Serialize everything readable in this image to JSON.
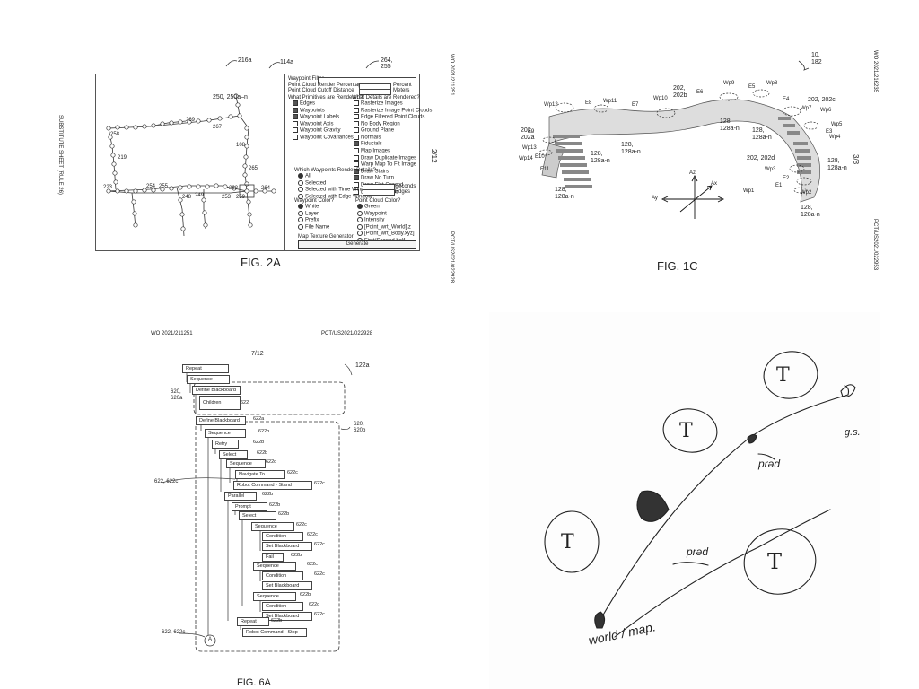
{
  "fig2a": {
    "caption": "FIG. 2A",
    "side_left": "SUBSTITUTE SHEET (RULE 26)",
    "side_right_top": "WO 2021/211251",
    "side_right_mid": "2/12",
    "side_right_bottom": "PCT/US2021/022928",
    "refs": {
      "r216a": "216a",
      "r114a": "114a",
      "r264_255": "264,\n255",
      "r250": "250, 250a–n",
      "r269": "269",
      "r267": "267",
      "r108": "108",
      "r265": "265",
      "r258": "258",
      "r219": "219",
      "r254": "254",
      "r255b": "255",
      "r249": "249",
      "r248": "248",
      "r253": "253",
      "r262": "262",
      "r264": "264",
      "r259": "259",
      "r223": "223"
    },
    "panel": {
      "waypoint_filter": "Waypoint Filter",
      "render_pct": "Point Cloud Render Percentage",
      "cutoff": "Point Cloud Cutoff Distance",
      "percent_unit": "Percent",
      "meters_unit": "Meters",
      "what_rendered": "What Primitives are Rendered?",
      "details_rendered": "What Details are Rendered?",
      "primitives": [
        {
          "label": "Edges",
          "on": true
        },
        {
          "label": "Waypoints",
          "on": true
        },
        {
          "label": "Waypoint Labels",
          "on": true
        },
        {
          "label": "Waypoint Axis",
          "on": false
        },
        {
          "label": "Waypoint Gravity",
          "on": false
        },
        {
          "label": "Waypoint Covariances",
          "on": false
        }
      ],
      "details": [
        {
          "label": "Rasterize Images",
          "on": false
        },
        {
          "label": "Rasterize Image Point Clouds",
          "on": false
        },
        {
          "label": "Edge Filtered Point Clouds",
          "on": false
        },
        {
          "label": "No Body Region",
          "on": false
        },
        {
          "label": "Ground Plane",
          "on": false
        },
        {
          "label": "Normals",
          "on": false
        },
        {
          "label": "Fiducials",
          "on": true
        },
        {
          "label": "Map Images",
          "on": false
        },
        {
          "label": "Draw Duplicate Images",
          "on": false
        },
        {
          "label": "Warp Map To Fit Image",
          "on": false
        },
        {
          "label": "Draw Stairs",
          "on": true
        },
        {
          "label": "Draw No Turn",
          "on": true
        },
        {
          "label": "Draw Flat Ground",
          "on": false
        },
        {
          "label": "Draw Footsteps",
          "on": false
        }
      ],
      "which_waypoints": "Which Waypoints Render Details?",
      "which_opts": [
        {
          "label": "All",
          "on": true
        },
        {
          "label": "Selected",
          "on": false
        },
        {
          "label": "Selected with Time Window",
          "on": false
        },
        {
          "label": "Selected with Edge Window",
          "on": false
        }
      ],
      "seconds_unit": "Seconds",
      "edges_unit": "Edges",
      "waypoint_color": "Waypoint Color?",
      "waypoint_color_opts": [
        {
          "label": "White",
          "on": true
        },
        {
          "label": "Layer",
          "on": false
        },
        {
          "label": "Prefix",
          "on": false
        },
        {
          "label": "File Name",
          "on": false
        }
      ],
      "cloud_color": "Point Cloud Color?",
      "cloud_color_opts": [
        {
          "label": "Green",
          "on": true
        },
        {
          "label": "Waypoint",
          "on": false
        },
        {
          "label": "Intensity",
          "on": false
        },
        {
          "label": "[Point_wrt_World].z",
          "on": false
        },
        {
          "label": "[Point_wrt_Body.xyz]",
          "on": false
        },
        {
          "label": "First/Second half",
          "on": false
        }
      ],
      "map_texture": "Map Texture Generator",
      "generate": "Generate"
    }
  },
  "fig1c": {
    "caption": "FIG. 1C",
    "side_top": "WO 2021/216235",
    "side_mid": "3/8",
    "side_bottom": "PCT/US2021/022953",
    "refs": {
      "r10": "10,\n182",
      "r202a": "202,\n202a",
      "r202b": "202,\n202b",
      "r202c": "202, 202c",
      "r202d": "202, 202d",
      "r128a": "128,\n128a-n",
      "r128b": "128,\n128a-n",
      "r128c": "128,\n128a-n",
      "r128d": "128,\n128a-n",
      "r128e": "128,\n128a-n",
      "r128f": "128,\n128a-n",
      "r128g": "128,\n128a-n",
      "wp12": "Wp12",
      "e8": "E8",
      "wp11": "Wp11",
      "e7": "E7",
      "wp10": "Wp10",
      "e6": "E6",
      "wp9": "Wp9",
      "e5": "E5",
      "wp8": "Wp8",
      "e4": "E4",
      "wp7": "Wp7",
      "wp6": "Wp6",
      "wp5": "Wp5",
      "wp4": "Wp4",
      "e3": "E3",
      "wp3": "Wp3",
      "e2": "E2",
      "e1": "E1",
      "wp1": "Wp1",
      "wp2": "Wp2",
      "e9": "E9",
      "wp13": "Wp13",
      "e10": "E10",
      "wp14": "Wp14",
      "e11": "E11",
      "az": "Az",
      "ax": "Ax",
      "ay": "Ay"
    }
  },
  "fig6a": {
    "caption": "FIG. 6A",
    "header_left": "WO 2021/211251",
    "header_right": "PCT/US2021/022928",
    "page": "7/12",
    "r122a": "122a",
    "r620": "620,\n620a",
    "r620b": "620,\n620b",
    "r622c_left": "622, 622c",
    "r622c_bottom": "622, 622c",
    "circle": "A",
    "nodes": [
      "Repeat",
      "Sequence",
      "Define Blackboard",
      "Children",
      "Define Blackboard",
      "Sequence",
      "Retry",
      "Select",
      "Sequence",
      "Navigate To",
      "Robot Command - Stand",
      "Parallel",
      "Prompt",
      "Select",
      "Sequence",
      "Condition",
      "Set Blackboard",
      "Fail",
      "Sequence",
      "Condition",
      "Set Blackboard",
      "Sequence",
      "Condition",
      "Set Blackboard",
      "Repeat",
      "Robot Command - Stop"
    ],
    "children_ref": "622",
    "repeat_ref": "622b",
    "node_refs": [
      "622a",
      "622b",
      "622b",
      "622b",
      "622c",
      "622c",
      "622c",
      "622b",
      "622b",
      "622b",
      "622c",
      "622c",
      "622c",
      "622b",
      "622c",
      "622c",
      "622b",
      "622c",
      "622c"
    ]
  },
  "sketch": {
    "t1": "T",
    "t2": "T",
    "t3": "T",
    "t4": "T",
    "goal": "g.s.",
    "pred1": "prəd",
    "pred2": "prəd",
    "world": "world / map."
  }
}
